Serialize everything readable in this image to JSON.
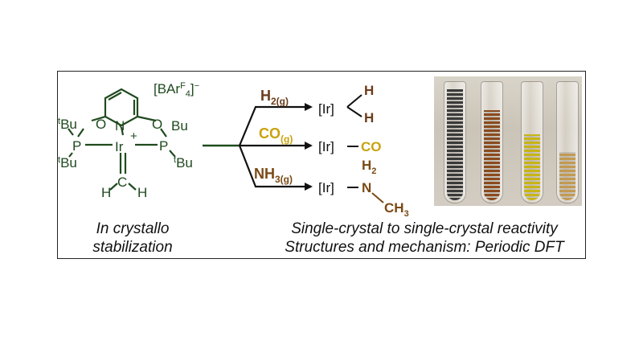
{
  "colors": {
    "complex": "#1f4a1f",
    "h2": "#6b3d1a",
    "co": "#c9a20c",
    "nh3": "#7a4a14",
    "text": "#111111"
  },
  "complex": {
    "counterion": "[BArF4]−",
    "tbu": "tBu",
    "o": "O",
    "n": "N",
    "p": "P",
    "ir": "Ir",
    "charge": "+",
    "c": "C",
    "h": "H"
  },
  "reactions": [
    {
      "reagent": "H2(g)",
      "product_metal": "[Ir]",
      "product": "H / H"
    },
    {
      "reagent": "CO(g)",
      "product_metal": "[Ir]",
      "product": "CO"
    },
    {
      "reagent": "NH3(g)",
      "product_metal": "[Ir]",
      "product": "NH2 CH3"
    }
  ],
  "captions": {
    "left_line1": "In crystallo",
    "left_line2": "stabilization",
    "right_line1": "Single-crystal to single-crystal reactivity",
    "right_line2": "Structures and mechanism: Periodic DFT"
  },
  "photo": {
    "icon": "crystal-tubes-photo",
    "tube_colors": [
      "#3a3a3a",
      "#8a4b1e",
      "#c8b417",
      "#c29a52"
    ]
  }
}
